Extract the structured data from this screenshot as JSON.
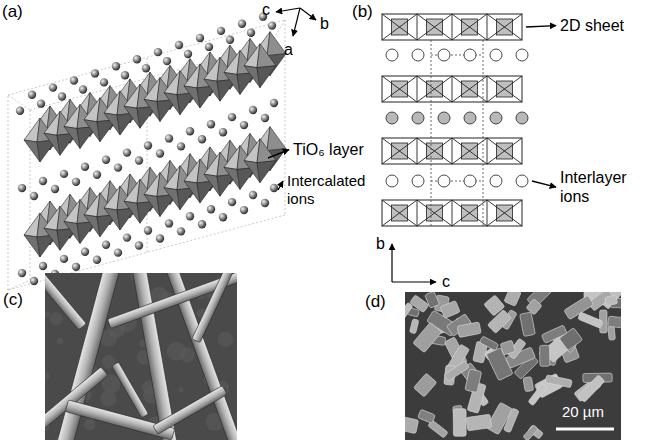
{
  "diagram": {
    "labels": [
      "(a)",
      "c",
      "b",
      "a",
      "TiO₆ layer",
      "Intercalated ions",
      "(b)",
      "2D sheet",
      "Interlayer ions",
      "b",
      "c",
      "(c)",
      "(d)",
      "20 µm"
    ]
  }
}
